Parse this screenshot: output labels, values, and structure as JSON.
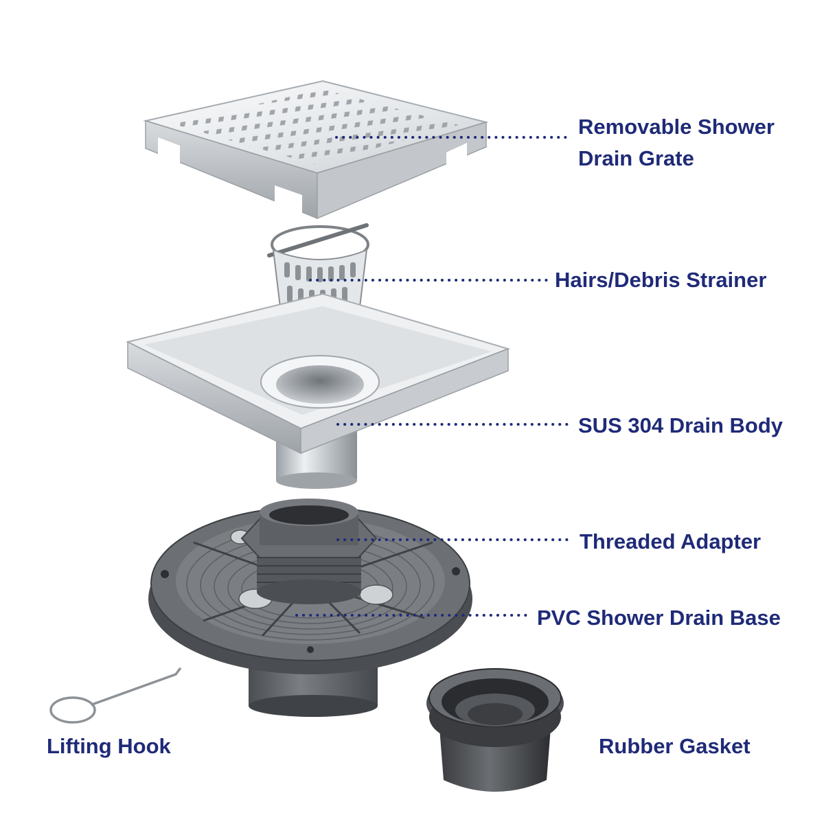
{
  "labels": {
    "grate_line1": "Removable Shower",
    "grate_line2": "Drain Grate",
    "strainer": "Hairs/Debris Strainer",
    "body": "SUS 304 Drain Body",
    "adapter": "Threaded Adapter",
    "base": "PVC Shower Drain Base",
    "hook": "Lifting Hook",
    "gasket": "Rubber Gasket"
  },
  "colors": {
    "label_text": "#1f2a78",
    "leader_dots": "#1f2a78",
    "steel_light": "#f1f3f5",
    "steel_mid": "#c9cdd1",
    "steel_dark": "#8e9398",
    "pvc_light": "#8a8d91",
    "pvc_mid": "#5e6166",
    "pvc_dark": "#3a3c40",
    "rubber": "#2f3134"
  },
  "icons": [
    "drain-grate-illustration",
    "strainer-basket-illustration",
    "drain-body-illustration",
    "threaded-adapter-illustration",
    "drain-base-illustration",
    "lifting-hook-illustration",
    "rubber-gasket-illustration"
  ]
}
